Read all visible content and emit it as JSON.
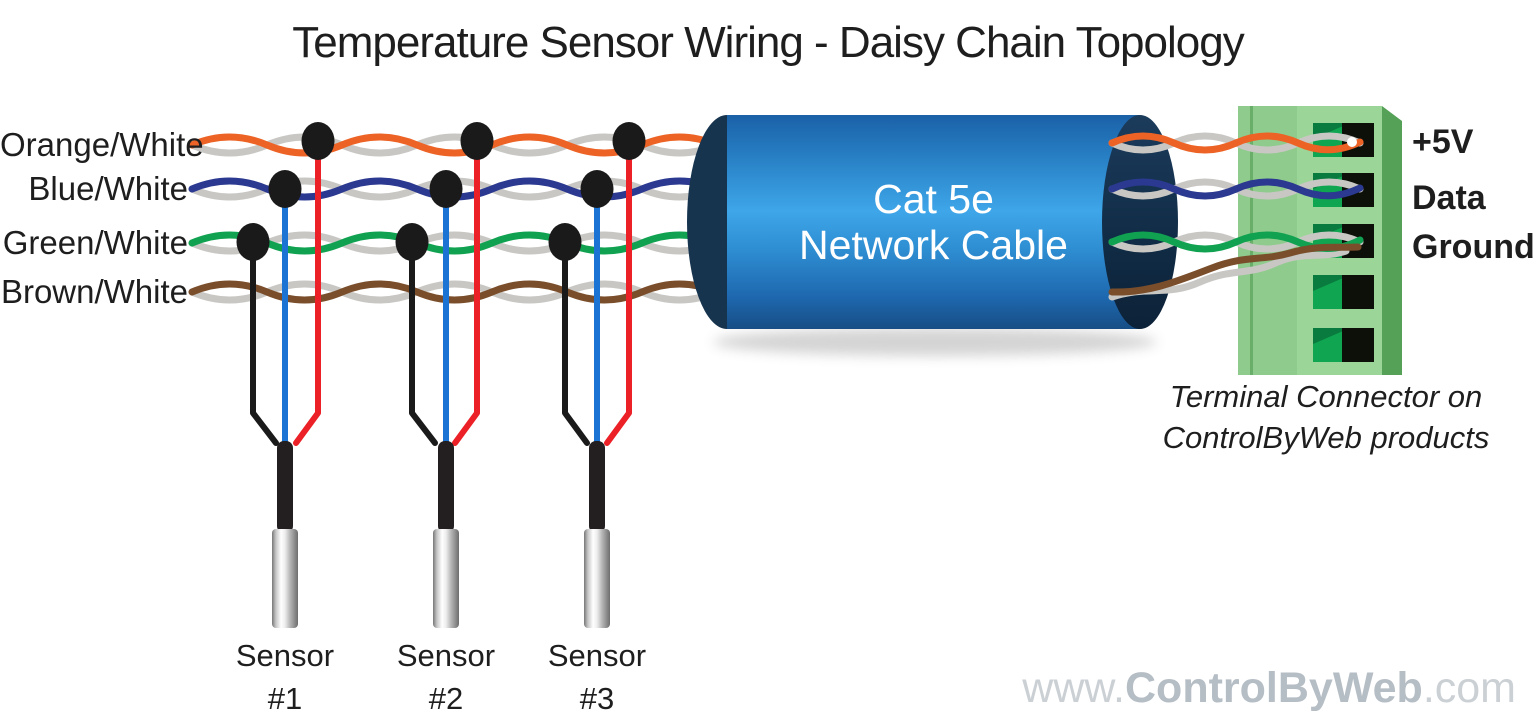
{
  "title": "Temperature Sensor Wiring - Daisy Chain Topology",
  "wire_rows": [
    {
      "label": "Orange/White"
    },
    {
      "label": "Blue/White"
    },
    {
      "label": "Green/White"
    },
    {
      "label": "Brown/White"
    }
  ],
  "cable": {
    "line1": "Cat 5e",
    "line2": "Network Cable"
  },
  "terminal": {
    "labels": [
      "+5V",
      "Data",
      "Ground"
    ]
  },
  "caption": {
    "line1": "Terminal Connector on",
    "line2": "ControlByWeb products"
  },
  "sensors": [
    {
      "line1": "Sensor",
      "line2": "#1"
    },
    {
      "line1": "Sensor",
      "line2": "#2"
    },
    {
      "line1": "Sensor",
      "line2": "#3"
    }
  ],
  "watermark": {
    "prefix": "www.",
    "brand": "ControlByWeb",
    "suffix": ".com"
  },
  "colors": {
    "orange": "#ED6325",
    "pair_blue": "#2B3990",
    "green": "#10A251",
    "brown": "#7A4E2B",
    "gray": "#C8C7C4",
    "red": "#EC2027",
    "sensor_blue": "#1B74D4",
    "dot_black": "#1A1A1A",
    "cable_black": "#231F20",
    "cylinder_dark": "#17344F",
    "term_panel": "#8FCB8C",
    "term_seam": "#69AE69",
    "term_body": "#9CD598",
    "term_edge": "#55A158",
    "term_clamp": "#0FA551",
    "term_clamp_dark": "#097B3E",
    "term_hole": "#0C1009",
    "wire_tip_white": "#FFFFFF"
  }
}
